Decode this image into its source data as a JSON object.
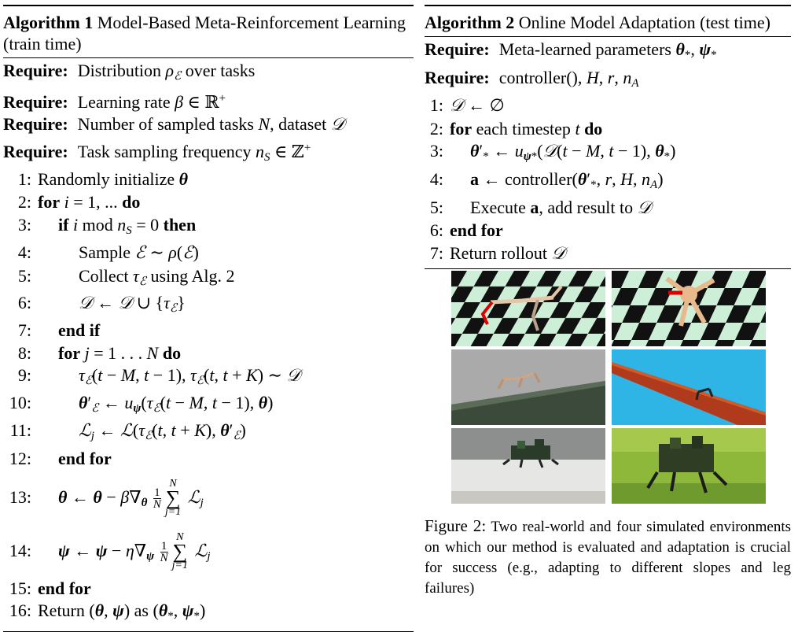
{
  "alg1": {
    "tag": "Algorithm 1",
    "title": " Model-Based Meta-Reinforcement Learning (train time)",
    "req_kw": "Require:",
    "requires": [
      "Distribution ρ_ℰ over tasks",
      "Learning rate β ∈ ℝ⁺",
      "Number of sampled tasks N, dataset 𝒟",
      "Task sampling frequency n_S ∈ ℤ⁺"
    ],
    "lines": [
      {
        "n": "1:",
        "t": "Randomly initialize θ"
      },
      {
        "n": "2:",
        "t": "for i = 1, ... do"
      },
      {
        "n": "3:",
        "t": "if i mod n_S = 0 then"
      },
      {
        "n": "4:",
        "t": "Sample ℰ ∼ ρ(ℰ)"
      },
      {
        "n": "5:",
        "t": "Collect τ_ℰ using Alg. 2"
      },
      {
        "n": "6:",
        "t": "𝒟 ← 𝒟 ∪ {τ_ℰ}"
      },
      {
        "n": "7:",
        "t": "end if"
      },
      {
        "n": "8:",
        "t": "for j = 1 . . . N do"
      },
      {
        "n": "9:",
        "t": "τ_ℰ(t − M, t − 1), τ_ℰ(t, t + K) ∼ 𝒟"
      },
      {
        "n": "10:",
        "t": "θ′_ℰ ← u_ψ(τ_ℰ(t − M, t − 1), θ)"
      },
      {
        "n": "11:",
        "t": "ℒ_j ← ℒ(τ_ℰ(t, t + K), θ′_ℰ)"
      },
      {
        "n": "12:",
        "t": "end for"
      },
      {
        "n": "13:",
        "t": "θ ← θ − β∇_θ 1/N Σ_{j=1}^{N} ℒ_j"
      },
      {
        "n": "14:",
        "t": "ψ ← ψ − η∇_ψ 1/N Σ_{j=1}^{N} ℒ_j"
      },
      {
        "n": "15:",
        "t": "end for"
      },
      {
        "n": "16:",
        "t": "Return (θ, ψ) as (θ_*, ψ_*)"
      }
    ]
  },
  "alg2": {
    "tag": "Algorithm 2",
    "title": " Online Model Adaptation (test time)",
    "req_kw": "Require:",
    "requires": [
      "Meta-learned parameters θ_*, ψ_*",
      "controller(), H, r, n_A"
    ],
    "lines": [
      {
        "n": "1:",
        "t": "𝒟 ← ∅"
      },
      {
        "n": "2:",
        "t": "for each timestep t do"
      },
      {
        "n": "3:",
        "t": "θ′_* ← u_{ψ_*}(𝒟(t − M, t − 1), θ_*)"
      },
      {
        "n": "4:",
        "t": "a ← controller(θ′_*, r, H, n_A)"
      },
      {
        "n": "5:",
        "t": "Execute a, add result to 𝒟"
      },
      {
        "n": "6:",
        "t": "end for"
      },
      {
        "n": "7:",
        "t": "Return rollout 𝒟"
      }
    ]
  },
  "figure": {
    "label": "Figure 2:",
    "caption": " Two real-world and four simulated environments on which our method is evaluated and adaptation is crucial for success (e.g., adapting to different slopes and leg failures)",
    "panels": [
      "half-cheetah on checkerboard",
      "ant on checkerboard",
      "half-cheetah on slope",
      "half-cheetah on floating pier",
      "legged millirobot on foam",
      "legged millirobot on grass"
    ]
  }
}
